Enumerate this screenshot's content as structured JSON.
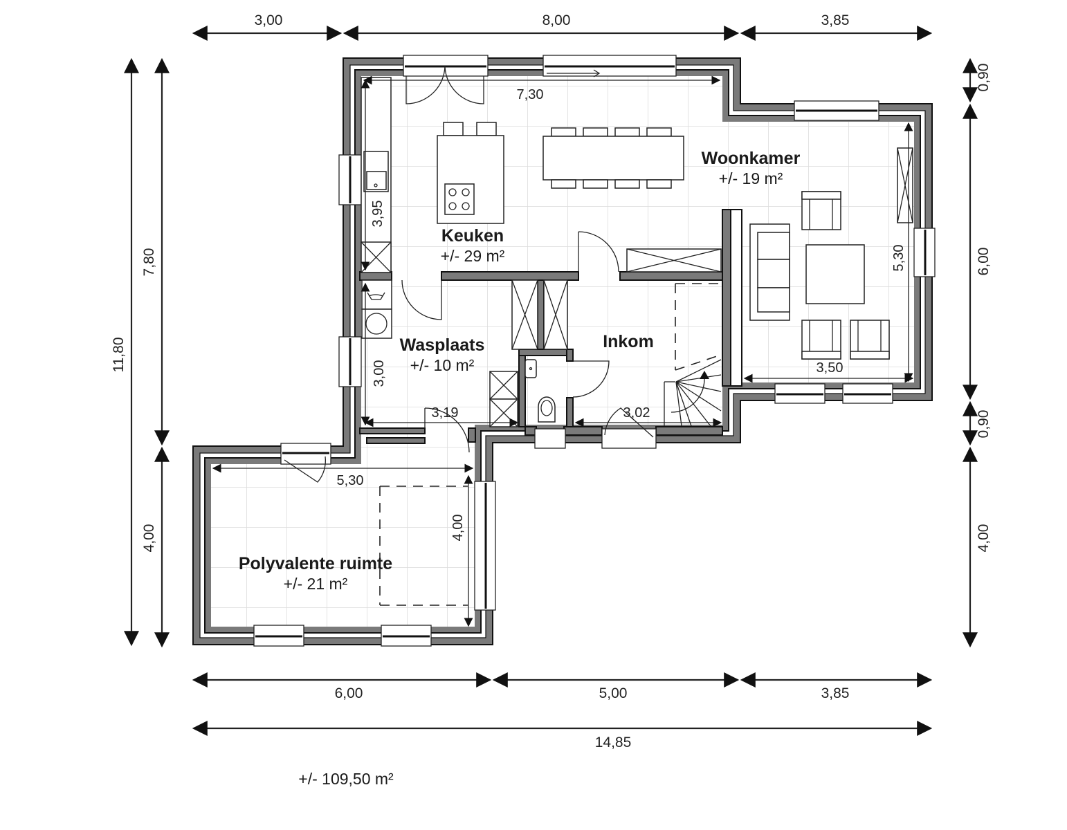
{
  "plan": {
    "title": "Floor plan - ground floor",
    "colors": {
      "wall": "#7a7a7a",
      "outline": "#111111",
      "grid": "#d9d9d9",
      "text": "#1a1a1a"
    }
  },
  "rooms": [
    {
      "name": "Keuken",
      "area": "+/- 29 m²"
    },
    {
      "name": "Woonkamer",
      "area": "+/- 19 m²"
    },
    {
      "name": "Wasplaats",
      "area": "+/- 10 m²"
    },
    {
      "name": "Inkom",
      "area": ""
    },
    {
      "name": "Polyvalente ruimte",
      "area": "+/- 21 m²"
    }
  ],
  "inner_dimensions": {
    "keuken_width": "7,30",
    "keuken_depth": "3,95",
    "woonkamer_depth": "5,30",
    "woonkamer_width": "3,50",
    "wasplaats_depth": "3,00",
    "wasplaats_width": "3,19",
    "inkom_width": "3,02",
    "polyvalent_width": "5,30",
    "polyvalent_depth": "4,00"
  },
  "outer_dimensions": {
    "top": [
      "3,00",
      "8,00",
      "3,85"
    ],
    "bottom": [
      "6,00",
      "5,00",
      "3,85"
    ],
    "bottom_total": "14,85",
    "left_total": "11,80",
    "left_segments": [
      "7,80",
      "4,00"
    ],
    "right_segments": [
      "0,90",
      "6,00",
      "0,90",
      "4,00"
    ]
  },
  "total_area": "+/- 109,50 m²"
}
